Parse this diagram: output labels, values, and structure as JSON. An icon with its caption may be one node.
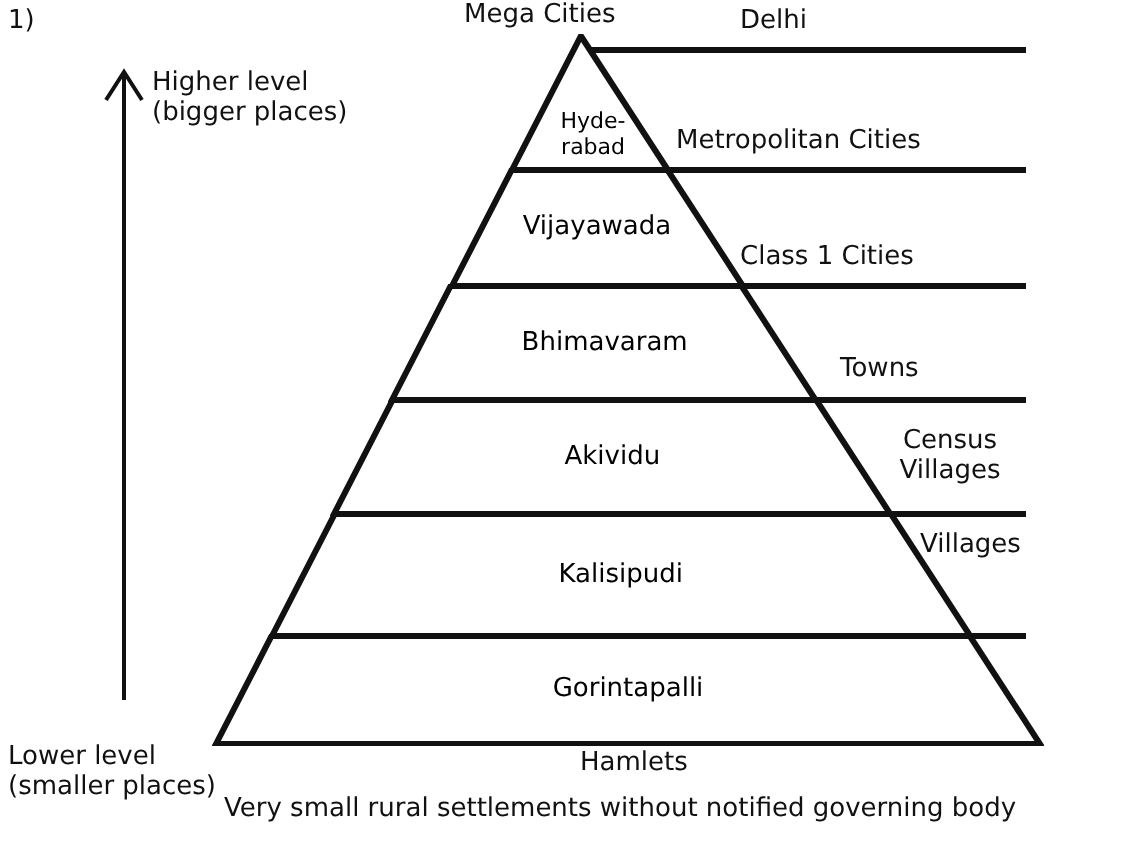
{
  "diagram": {
    "nodes": [
      {
        "text": [
          "Hyde-rabad"
        ]
      },
      {
        "text": [
          "Vijayawada"
        ]
      },
      {
        "text": [
          "Bhimavaram"
        ]
      },
      {
        "text": [
          "Akividu"
        ]
      },
      {
        "text": [
          "Kalisipudi"
        ]
      },
      {
        "text": [
          "Gorintapalli"
        ]
      }
    ],
    "edges": [],
    "labels": [
      "1)",
      "Mega Cities",
      "Delhi",
      "Higher level (bigger places)",
      "Metropolitan Cities",
      "Class 1 Cities",
      "Towns",
      "Census Villages",
      "Villages",
      "Lower level (smaller places)",
      "Hamlets",
      "Very small rural settlements without notified governing body"
    ]
  }
}
